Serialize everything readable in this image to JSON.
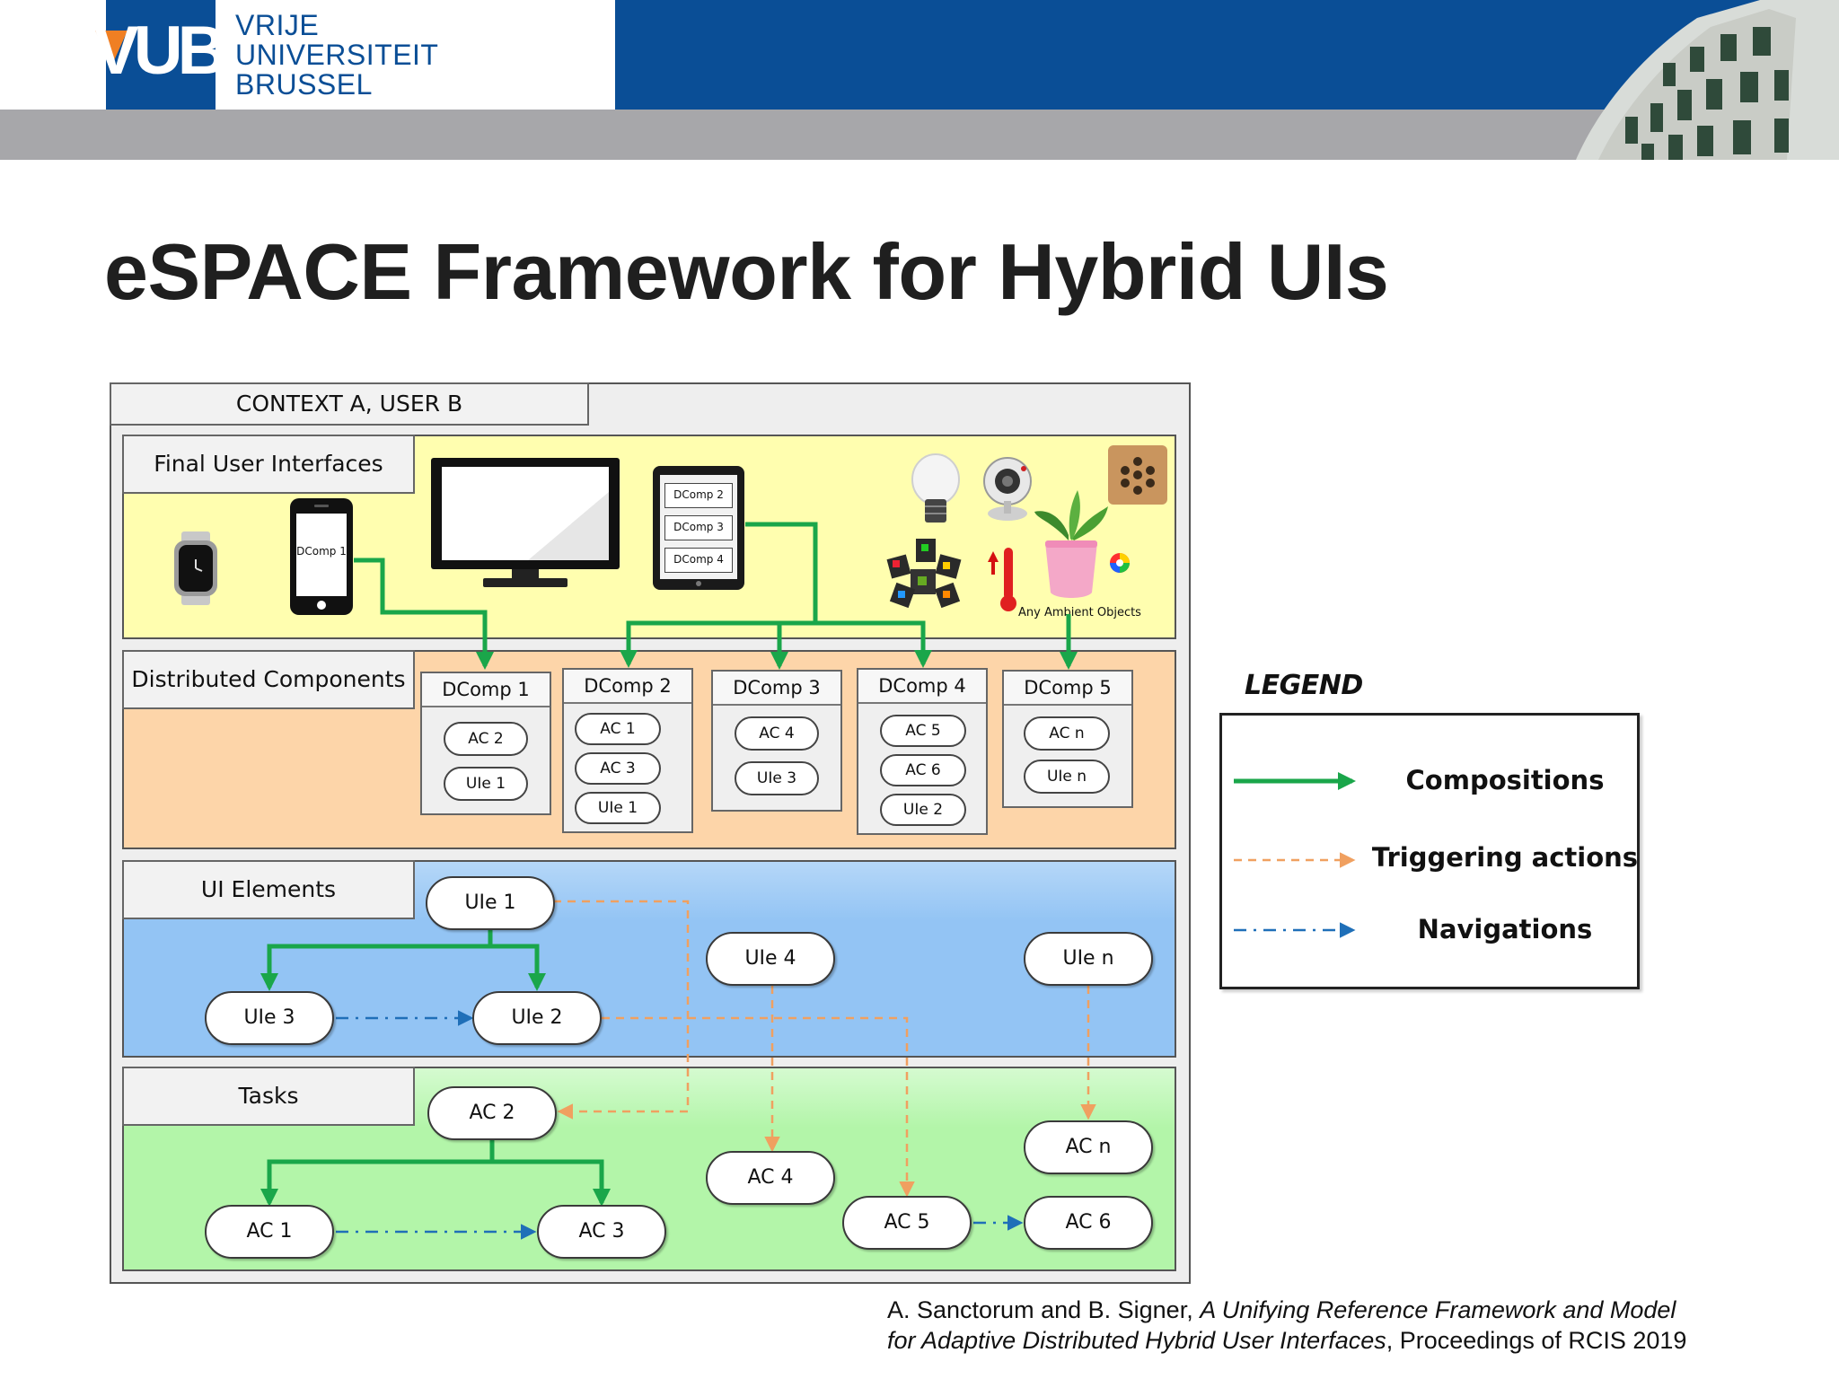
{
  "header": {
    "logo_text": "VUB",
    "university_lines": [
      "VRIJE",
      "UNIVERSITEIT",
      "BRUSSEL"
    ]
  },
  "slide": {
    "title": "eSPACE Framework for Hybrid UIs"
  },
  "diagram": {
    "context_label": "CONTEXT A, USER B",
    "panels": {
      "final_user_interfaces": "Final User Interfaces",
      "distributed_components": "Distributed Components",
      "ui_elements": "UI Elements",
      "tasks": "Tasks"
    },
    "devices": {
      "phone_label": "DComp 1",
      "tablet_items": [
        "DComp 2",
        "DComp 3",
        "DComp 4"
      ],
      "ambient_label": "Any Ambient Objects"
    },
    "dcomps": [
      {
        "title": "DComp 1",
        "items": [
          "AC 2",
          "UIe 1"
        ]
      },
      {
        "title": "DComp 2",
        "items": [
          "AC 1",
          "AC 3",
          "UIe 1"
        ]
      },
      {
        "title": "DComp 3",
        "items": [
          "AC 4",
          "UIe 3"
        ]
      },
      {
        "title": "DComp 4",
        "items": [
          "AC 5",
          "AC 6",
          "UIe 2"
        ]
      },
      {
        "title": "DComp 5",
        "items": [
          "AC n",
          "UIe n"
        ]
      }
    ],
    "ui_elements": {
      "uie1": "UIe 1",
      "uie2": "UIe 2",
      "uie3": "UIe 3",
      "uie4": "UIe 4",
      "uien": "UIe n"
    },
    "tasks": {
      "ac1": "AC 1",
      "ac2": "AC 2",
      "ac3": "AC 3",
      "ac4": "AC 4",
      "ac5": "AC 5",
      "ac6": "AC 6",
      "acn": "AC n"
    }
  },
  "legend": {
    "title": "LEGEND",
    "items": [
      {
        "label": "Compositions",
        "style": "solid",
        "color": "#1aa64a"
      },
      {
        "label": "Triggering actions",
        "style": "dashed",
        "color": "#f0a060"
      },
      {
        "label": "Navigations",
        "style": "dash-dot",
        "color": "#1f6fb8"
      }
    ]
  },
  "citation": {
    "authors": "A. Sanctorum and B. Signer, ",
    "title_part1": "A Unifying Reference Framework and Model",
    "title_part2": "for Adaptive Distributed Hybrid User Interfaces",
    "venue": ", Proceedings of RCIS 2019"
  },
  "colors": {
    "header_blue": "#0a4e96",
    "header_grey": "#a7a7aa",
    "logo_orange": "#f07f23",
    "fui_panel": "#fffeaf",
    "dc_panel": "#fdd5a9",
    "uie_panel": "#93c4f4",
    "tasks_panel": "#b3f5a9"
  }
}
